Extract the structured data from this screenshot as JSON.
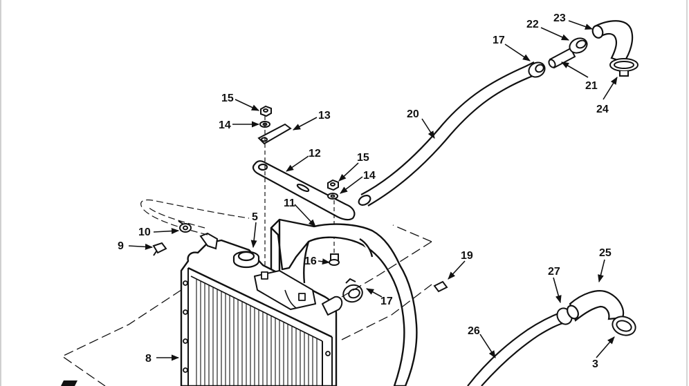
{
  "colors": {
    "ink": "#111111",
    "paper": "#ffffff",
    "frame": "#cfcfcf"
  },
  "callouts": [
    {
      "id": "c23a",
      "text": "23"
    },
    {
      "id": "c22",
      "text": "22"
    },
    {
      "id": "c17a",
      "text": "17"
    },
    {
      "id": "c21",
      "text": "21"
    },
    {
      "id": "c24",
      "text": "24"
    },
    {
      "id": "c20",
      "text": "20"
    },
    {
      "id": "c15a",
      "text": "15"
    },
    {
      "id": "c13",
      "text": "13"
    },
    {
      "id": "c14a",
      "text": "14"
    },
    {
      "id": "c12",
      "text": "12"
    },
    {
      "id": "c15b",
      "text": "15"
    },
    {
      "id": "c14b",
      "text": "14"
    },
    {
      "id": "c11",
      "text": "11"
    },
    {
      "id": "c5",
      "text": "5"
    },
    {
      "id": "c10",
      "text": "10"
    },
    {
      "id": "c9",
      "text": "9"
    },
    {
      "id": "c16",
      "text": "16"
    },
    {
      "id": "c19",
      "text": "19"
    },
    {
      "id": "c25",
      "text": "25"
    },
    {
      "id": "c27",
      "text": "27"
    },
    {
      "id": "c17b",
      "text": "17"
    },
    {
      "id": "c26",
      "text": "26"
    },
    {
      "id": "c8",
      "text": "8"
    },
    {
      "id": "c3",
      "text": "3"
    }
  ]
}
